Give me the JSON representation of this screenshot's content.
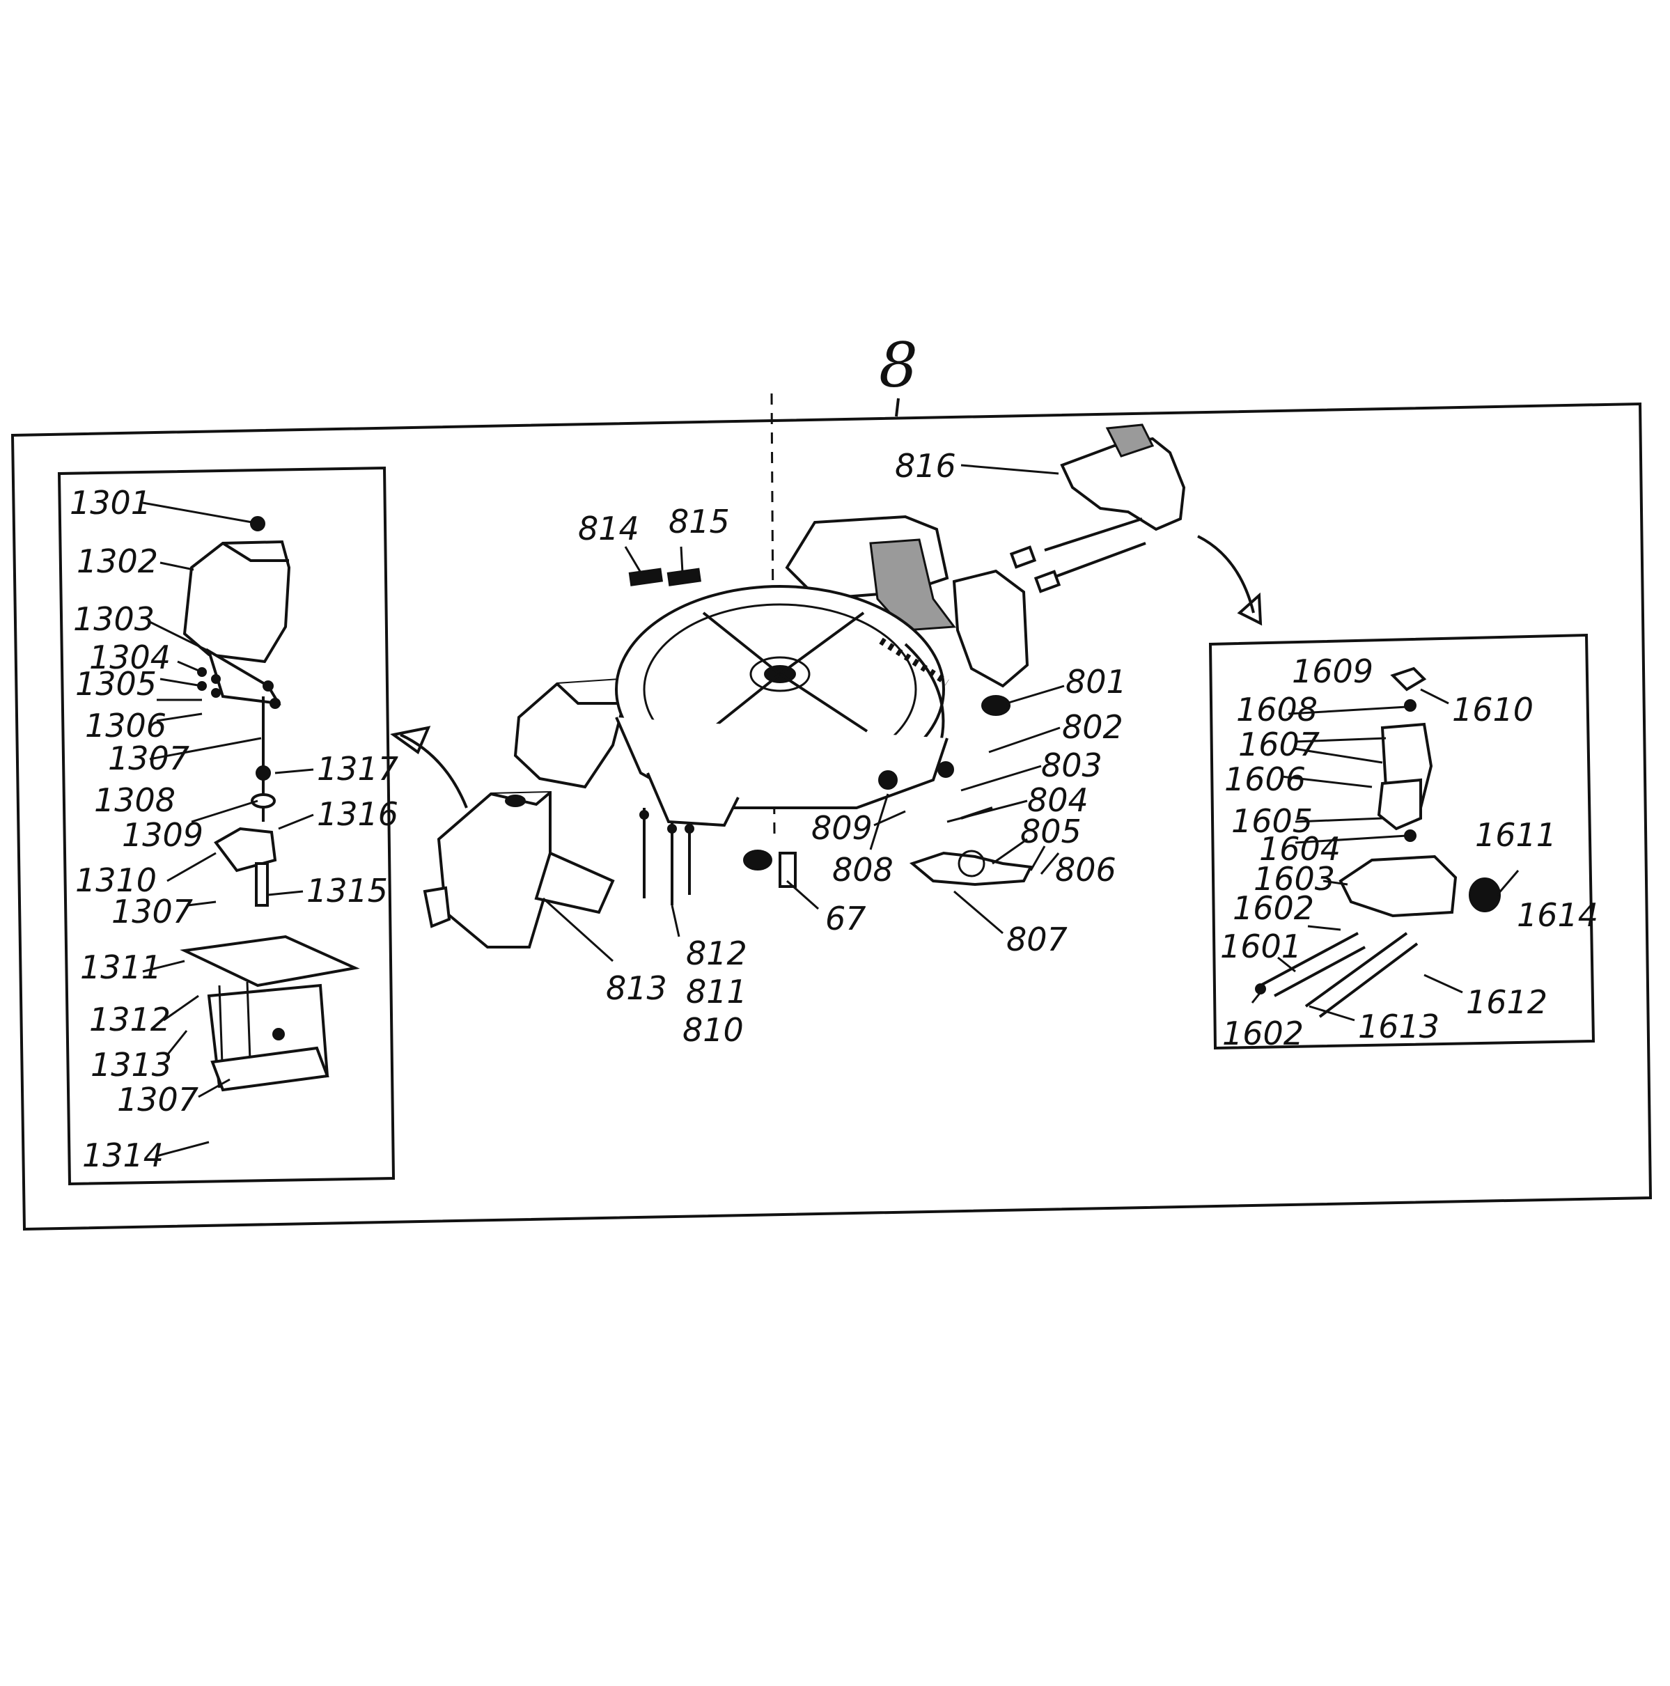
{
  "figure": {
    "assembly_number": "8"
  },
  "main_labels": [
    "816",
    "814",
    "815",
    "801",
    "802",
    "803",
    "804",
    "805",
    "806",
    "807",
    "808",
    "809",
    "67",
    "812",
    "811",
    "810",
    "813"
  ],
  "left_panel_labels": [
    "1301",
    "1302",
    "1303",
    "1304",
    "1305",
    "1306",
    "1307",
    "1308",
    "1317",
    "1309",
    "1316",
    "1310",
    "1307",
    "1315",
    "1311",
    "1312",
    "1313",
    "1307",
    "1314"
  ],
  "right_panel_labels": [
    "1609",
    "1610",
    "1608",
    "1607",
    "1606",
    "1605",
    "1604",
    "1611",
    "1603",
    "1614",
    "1602",
    "1601",
    "1612",
    "1602",
    "1613"
  ]
}
